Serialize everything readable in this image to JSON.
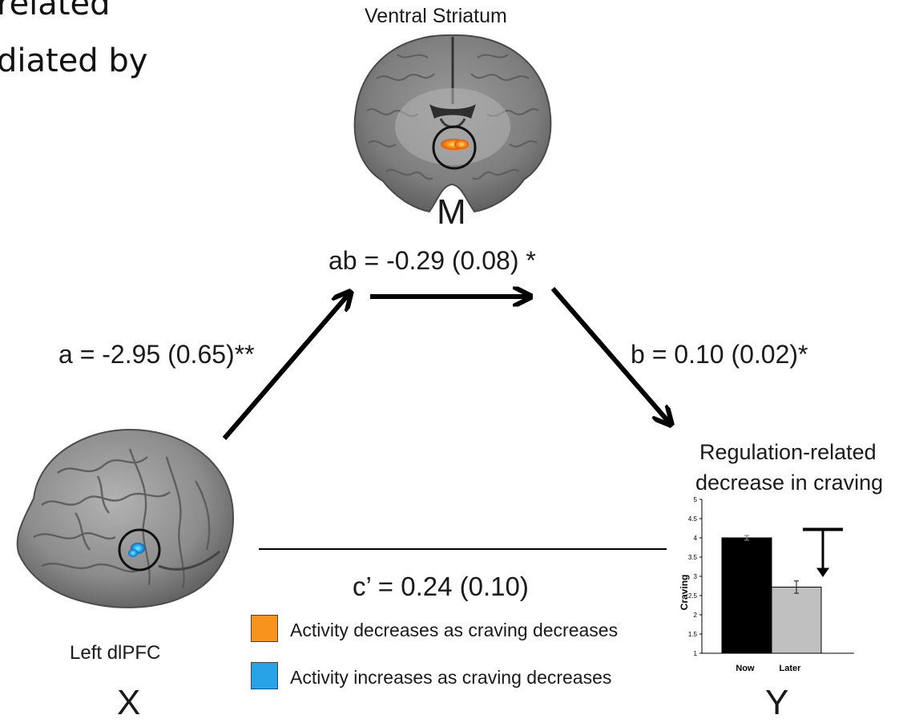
{
  "partial_text": {
    "line1": "related",
    "line2": "diated by"
  },
  "mediator": {
    "region": "Ventral Striatum",
    "letter": "M",
    "ab": "ab = -0.29 (0.08) *"
  },
  "predictor": {
    "region": "Left dlPFC",
    "letter": "X"
  },
  "outcome": {
    "title_line1": "Regulation-related",
    "title_line2": "decrease in craving",
    "letter": "Y"
  },
  "paths": {
    "a": "a = -2.95 (0.65)**",
    "b": "b = 0.10 (0.02)*",
    "c_prime": "c’ = 0.24 (0.10)"
  },
  "legend": [
    {
      "label": "Activity decreases as craving decreases",
      "color": "#f7941d"
    },
    {
      "label": "Activity increases as craving decreases",
      "color": "#29a3e8"
    }
  ],
  "chart_data": {
    "type": "bar",
    "categories": [
      "Now",
      "Later"
    ],
    "values": [
      4.0,
      2.72
    ],
    "errors": [
      0.06,
      0.16
    ],
    "ylabel": "Craving",
    "ylim": [
      1,
      5
    ],
    "yticks": [
      "1",
      "1.5",
      "2",
      "2.5",
      "3",
      "3.5",
      "4",
      "4.5",
      "5"
    ],
    "bar_colors": [
      "#000000",
      "#c0c0c0"
    ]
  }
}
